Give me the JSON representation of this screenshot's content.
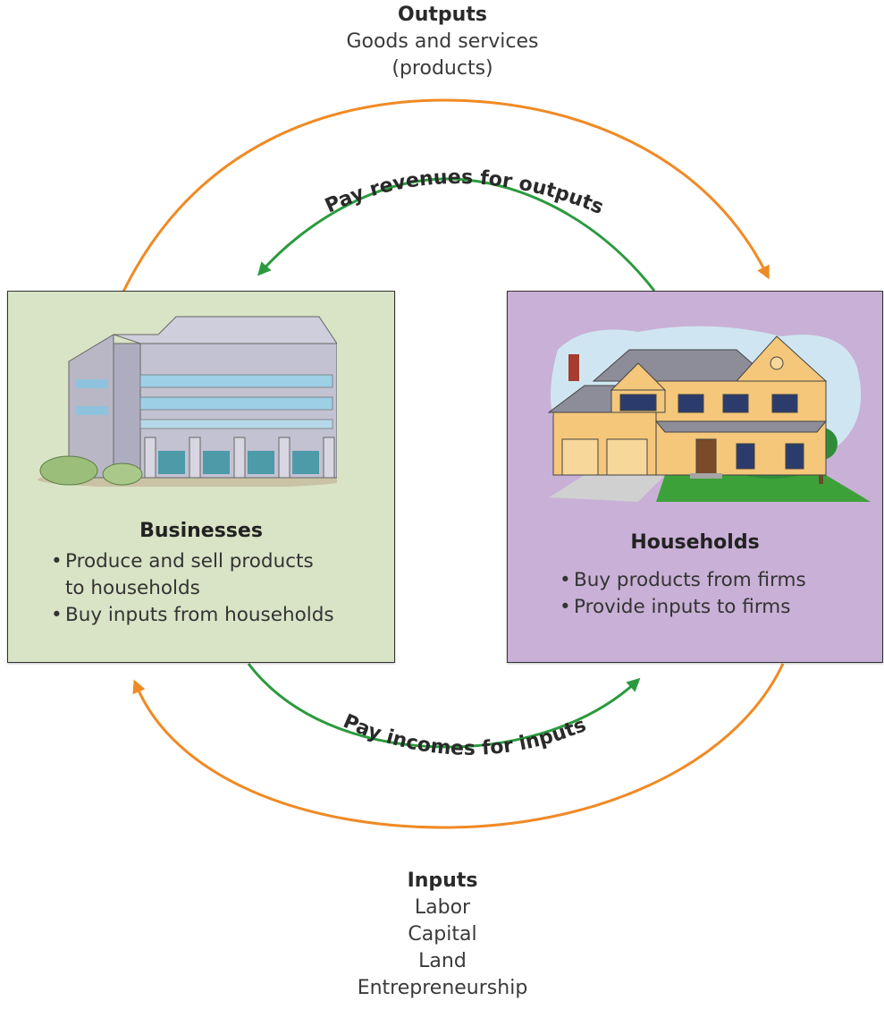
{
  "outputs": {
    "heading": "Outputs",
    "line1": "Goods and services",
    "line2": "(products)"
  },
  "inputs": {
    "heading": "Inputs",
    "items": [
      "Labor",
      "Capital",
      "Land",
      "Entrepreneurship"
    ]
  },
  "businesses": {
    "title": "Businesses",
    "bullets": [
      "Produce and sell products to households",
      "Buy inputs from households"
    ],
    "bullet1_line1": "Produce and sell products",
    "bullet1_line2": "to households",
    "color": "#d9e3c5"
  },
  "households": {
    "title": "Households",
    "bullets": [
      "Buy products from firms",
      "Provide inputs to firms"
    ],
    "color": "#c9b0d6"
  },
  "flows": {
    "revenue_label": "Pay revenues for outputs",
    "income_label": "Pay incomes for inputs"
  },
  "colors": {
    "goods_flow": "#f08a24",
    "money_flow": "#2b9a3e"
  },
  "icons": {
    "businesses": "office-building-icon",
    "households": "house-icon"
  }
}
